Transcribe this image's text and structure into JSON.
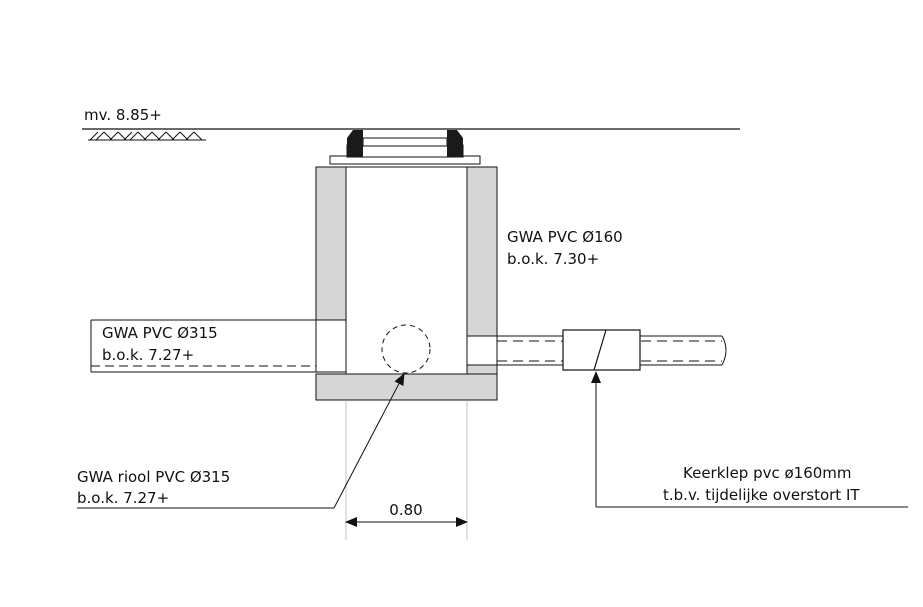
{
  "ground_level": {
    "label": "mv. 8.85+"
  },
  "inlet_pipe_right": {
    "label_line1": "GWA PVC Ø160",
    "label_line2": "b.o.k. 7.30+"
  },
  "inlet_pipe_left": {
    "label_line1": "GWA PVC Ø315",
    "label_line2": "b.o.k. 7.27+"
  },
  "outlet_pipe": {
    "label_line1": "GWA riool PVC Ø315",
    "label_line2": "b.o.k. 7.27+"
  },
  "check_valve": {
    "label_line1": "Keerklep pvc ø160mm",
    "label_line2": "t.b.v. tijdelijke overstort IT"
  },
  "dimension": {
    "width_label": "0.80"
  },
  "colors": {
    "concrete_fill": "#d6d6d6",
    "line": "#111111",
    "gasket": "#1a1a1a"
  }
}
